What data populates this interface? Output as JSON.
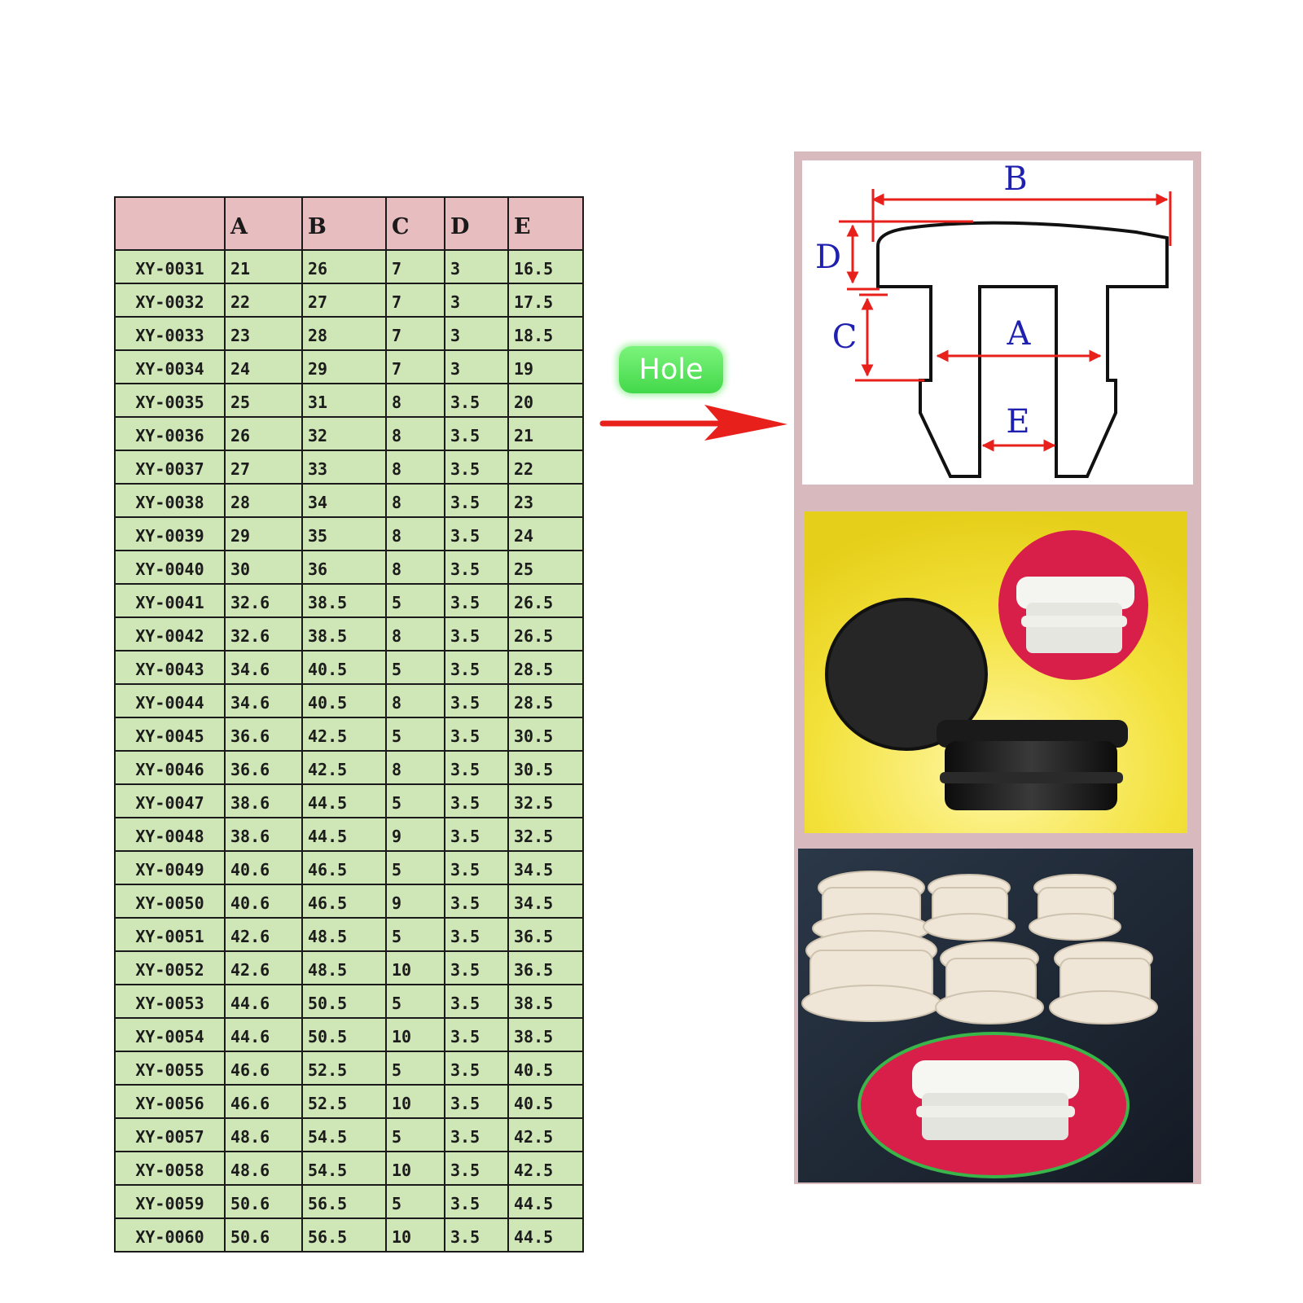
{
  "table": {
    "headers": [
      "",
      "A",
      "B",
      "C",
      "D",
      "E"
    ],
    "rows": [
      [
        "XY-0031",
        "21",
        "26",
        "7",
        "3",
        "16.5"
      ],
      [
        "XY-0032",
        "22",
        "27",
        "7",
        "3",
        "17.5"
      ],
      [
        "XY-0033",
        "23",
        "28",
        "7",
        "3",
        "18.5"
      ],
      [
        "XY-0034",
        "24",
        "29",
        "7",
        "3",
        "19"
      ],
      [
        "XY-0035",
        "25",
        "31",
        "8",
        "3.5",
        "20"
      ],
      [
        "XY-0036",
        "26",
        "32",
        "8",
        "3.5",
        "21"
      ],
      [
        "XY-0037",
        "27",
        "33",
        "8",
        "3.5",
        "22"
      ],
      [
        "XY-0038",
        "28",
        "34",
        "8",
        "3.5",
        "23"
      ],
      [
        "XY-0039",
        "29",
        "35",
        "8",
        "3.5",
        "24"
      ],
      [
        "XY-0040",
        "30",
        "36",
        "8",
        "3.5",
        "25"
      ],
      [
        "XY-0041",
        "32.6",
        "38.5",
        "5",
        "3.5",
        "26.5"
      ],
      [
        "XY-0042",
        "32.6",
        "38.5",
        "8",
        "3.5",
        "26.5"
      ],
      [
        "XY-0043",
        "34.6",
        "40.5",
        "5",
        "3.5",
        "28.5"
      ],
      [
        "XY-0044",
        "34.6",
        "40.5",
        "8",
        "3.5",
        "28.5"
      ],
      [
        "XY-0045",
        "36.6",
        "42.5",
        "5",
        "3.5",
        "30.5"
      ],
      [
        "XY-0046",
        "36.6",
        "42.5",
        "8",
        "3.5",
        "30.5"
      ],
      [
        "XY-0047",
        "38.6",
        "44.5",
        "5",
        "3.5",
        "32.5"
      ],
      [
        "XY-0048",
        "38.6",
        "44.5",
        "9",
        "3.5",
        "32.5"
      ],
      [
        "XY-0049",
        "40.6",
        "46.5",
        "5",
        "3.5",
        "34.5"
      ],
      [
        "XY-0050",
        "40.6",
        "46.5",
        "9",
        "3.5",
        "34.5"
      ],
      [
        "XY-0051",
        "42.6",
        "48.5",
        "5",
        "3.5",
        "36.5"
      ],
      [
        "XY-0052",
        "42.6",
        "48.5",
        "10",
        "3.5",
        "36.5"
      ],
      [
        "XY-0053",
        "44.6",
        "50.5",
        "5",
        "3.5",
        "38.5"
      ],
      [
        "XY-0054",
        "44.6",
        "50.5",
        "10",
        "3.5",
        "38.5"
      ],
      [
        "XY-0055",
        "46.6",
        "52.5",
        "5",
        "3.5",
        "40.5"
      ],
      [
        "XY-0056",
        "46.6",
        "52.5",
        "10",
        "3.5",
        "40.5"
      ],
      [
        "XY-0057",
        "48.6",
        "54.5",
        "5",
        "3.5",
        "42.5"
      ],
      [
        "XY-0058",
        "48.6",
        "54.5",
        "10",
        "3.5",
        "42.5"
      ],
      [
        "XY-0059",
        "50.6",
        "56.5",
        "5",
        "3.5",
        "44.5"
      ],
      [
        "XY-0060",
        "50.6",
        "56.5",
        "10",
        "3.5",
        "44.5"
      ]
    ]
  },
  "badge": {
    "label": "Hole"
  },
  "diagram": {
    "labels": {
      "a": "A",
      "b": "B",
      "c": "C",
      "d": "D",
      "e": "E"
    }
  },
  "colors": {
    "header_bg": "#e8bdbf",
    "cell_bg": "#cfe6b6",
    "badge_green": "#43d84a",
    "arrow_red": "#e8201c",
    "dimension_red": "#e8201c",
    "label_blue": "#2020b0",
    "frame_pink": "#d8b9bd"
  }
}
